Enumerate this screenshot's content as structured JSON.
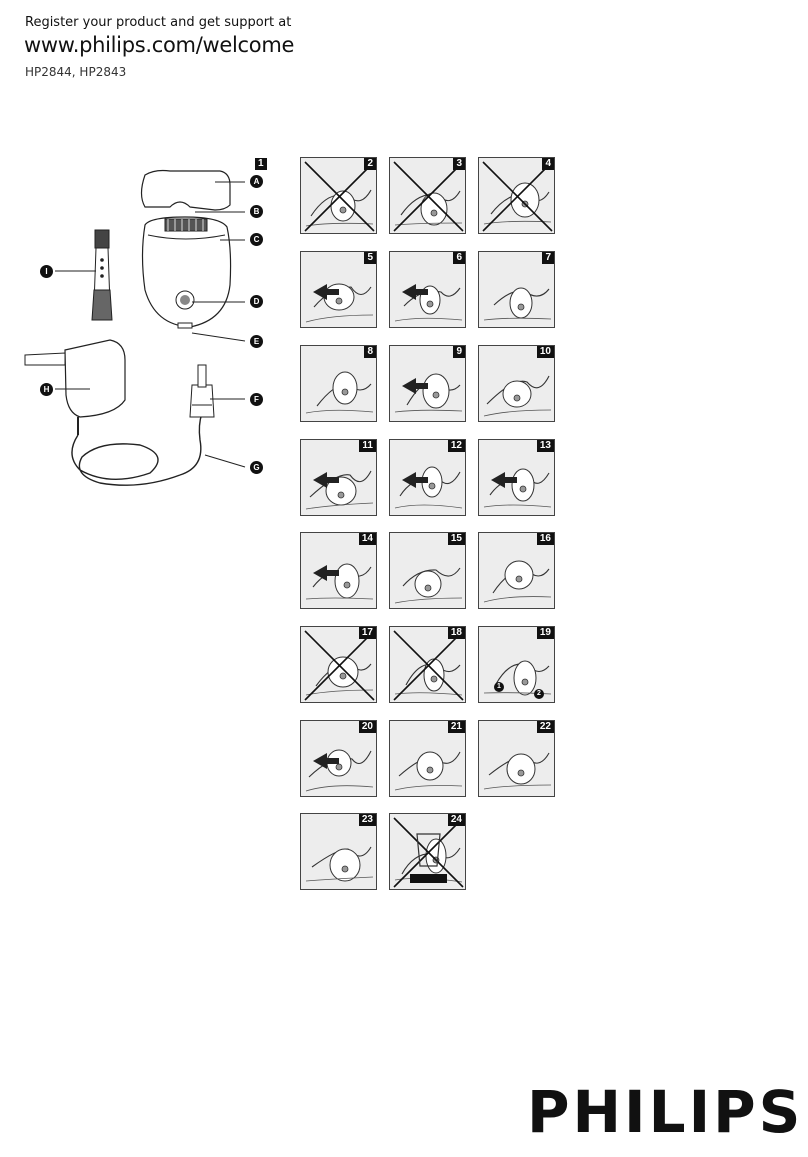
{
  "header": {
    "register_line": "Register your product and get support at",
    "url": "www.philips.com/welcome",
    "models": "HP2844, HP2843"
  },
  "overview": {
    "figure_number": "1",
    "part_labels": [
      "A",
      "B",
      "C",
      "D",
      "E",
      "F",
      "G",
      "H",
      "I"
    ]
  },
  "panels": [
    {
      "num": "2",
      "crossed": true
    },
    {
      "num": "3",
      "crossed": true
    },
    {
      "num": "4",
      "crossed": true
    },
    {
      "num": "5",
      "crossed": false
    },
    {
      "num": "6",
      "crossed": false
    },
    {
      "num": "7",
      "crossed": false
    },
    {
      "num": "8",
      "crossed": false
    },
    {
      "num": "9",
      "crossed": false
    },
    {
      "num": "10",
      "crossed": false
    },
    {
      "num": "11",
      "crossed": false
    },
    {
      "num": "12",
      "crossed": false
    },
    {
      "num": "13",
      "crossed": false
    },
    {
      "num": "14",
      "crossed": false
    },
    {
      "num": "15",
      "crossed": false
    },
    {
      "num": "16",
      "crossed": false
    },
    {
      "num": "17",
      "crossed": true
    },
    {
      "num": "18",
      "crossed": true
    },
    {
      "num": "19",
      "crossed": false
    },
    {
      "num": "20",
      "crossed": false
    },
    {
      "num": "21",
      "crossed": false
    },
    {
      "num": "22",
      "crossed": false
    },
    {
      "num": "23",
      "crossed": false
    },
    {
      "num": "24",
      "crossed": true
    }
  ],
  "step_markers": [
    "1",
    "2"
  ],
  "brand": "PHILIPS"
}
